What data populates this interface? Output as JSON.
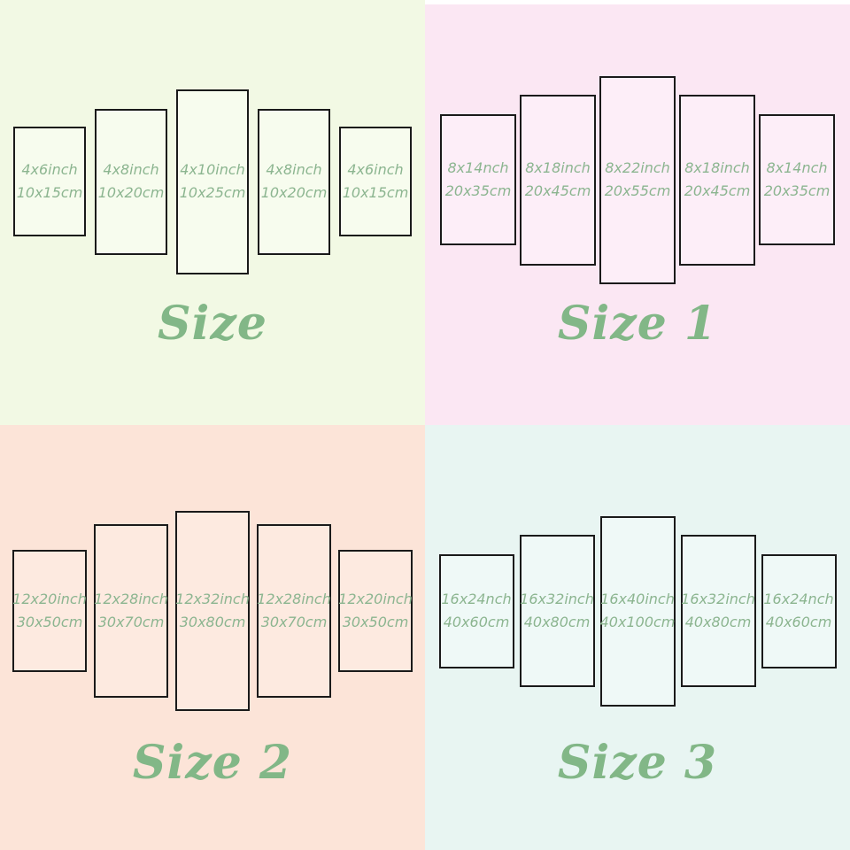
{
  "colors": {
    "panel_border": "#1a1a1a",
    "panel_text_green": "#8cb590",
    "title_green": "#82b787",
    "tl_bg": "#f2f9e4",
    "tl_panel_bg": "#f7fcee",
    "tr_bg": "#fbe7f3",
    "tr_panel_bg": "#fdeef8",
    "tr_top_strip": "#ffffff",
    "bl_bg": "#fce4d8",
    "bl_panel_bg": "#fdeae0",
    "br_bg": "#e8f5f2",
    "br_panel_bg": "#eff9f7"
  },
  "quadrants": [
    {
      "title": "Size",
      "bg": "#f2f9e4",
      "panels": [
        {
          "inch": "4x6inch",
          "cm": "10x15cm"
        },
        {
          "inch": "4x8inch",
          "cm": "10x20cm"
        },
        {
          "inch": "4x10inch",
          "cm": "10x25cm"
        },
        {
          "inch": "4x8inch",
          "cm": "10x20cm"
        },
        {
          "inch": "4x6inch",
          "cm": "10x15cm"
        }
      ]
    },
    {
      "title": "Size 1",
      "bg": "#fbe7f3",
      "panels": [
        {
          "inch": "8x14nch",
          "cm": "20x35cm"
        },
        {
          "inch": "8x18inch",
          "cm": "20x45cm"
        },
        {
          "inch": "8x22inch",
          "cm": "20x55cm"
        },
        {
          "inch": "8x18inch",
          "cm": "20x45cm"
        },
        {
          "inch": "8x14nch",
          "cm": "20x35cm"
        }
      ]
    },
    {
      "title": "Size 2",
      "bg": "#fce4d8",
      "panels": [
        {
          "inch": "12x20inch",
          "cm": "30x50cm"
        },
        {
          "inch": "12x28inch",
          "cm": "30x70cm"
        },
        {
          "inch": "12x32inch",
          "cm": "30x80cm"
        },
        {
          "inch": "12x28inch",
          "cm": "30x70cm"
        },
        {
          "inch": "12x20inch",
          "cm": "30x50cm"
        }
      ]
    },
    {
      "title": "Size 3",
      "bg": "#e8f5f2",
      "panels": [
        {
          "inch": "16x24nch",
          "cm": "40x60cm"
        },
        {
          "inch": "16x32inch",
          "cm": "40x80cm"
        },
        {
          "inch": "16x40inch",
          "cm": "40x100cm"
        },
        {
          "inch": "16x32inch",
          "cm": "40x80cm"
        },
        {
          "inch": "16x24nch",
          "cm": "40x60cm"
        }
      ]
    }
  ]
}
